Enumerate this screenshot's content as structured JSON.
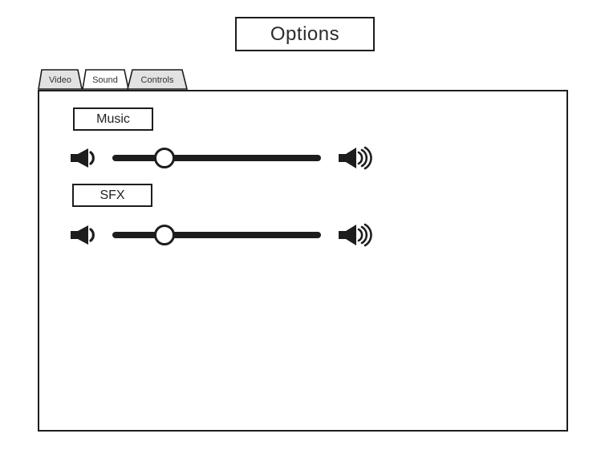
{
  "window": {
    "title": "Options"
  },
  "tabs": [
    {
      "label": "Video",
      "active": false
    },
    {
      "label": "Sound",
      "active": true
    },
    {
      "label": "Controls",
      "active": false
    }
  ],
  "sound": {
    "sliders": [
      {
        "id": "music",
        "label": "Music",
        "value_percent": 25,
        "min_icon": "speaker-low-icon",
        "max_icon": "speaker-high-icon"
      },
      {
        "id": "sfx",
        "label": "SFX",
        "value_percent": 25,
        "min_icon": "speaker-low-icon",
        "max_icon": "speaker-high-icon"
      }
    ]
  },
  "colors": {
    "ink": "#1d1d1d",
    "tab_inactive_fill": "#e2e2e2",
    "tab_active_fill": "#ffffff",
    "background": "#ffffff"
  }
}
